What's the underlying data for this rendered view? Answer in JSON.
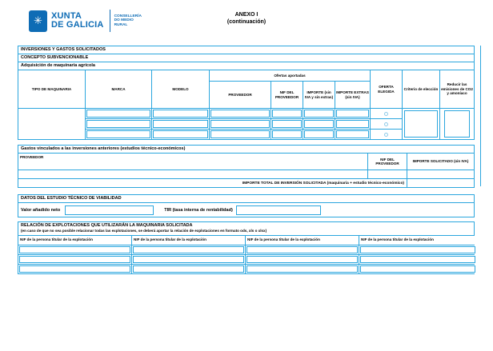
{
  "colors": {
    "border": "#2ba6de",
    "logo_blue": "#0e6cb5",
    "text": "#000000"
  },
  "header": {
    "brand_line1": "XUNTA",
    "brand_line2": "DE GALICIA",
    "dept_line1": "CONSELLERÍA",
    "dept_line2": "DO MEDIO",
    "dept_line3": "RURAL",
    "title_line1": "ANEXO I",
    "title_line2": "(continuación)"
  },
  "inversiones": {
    "section_title": "INVERSIONES Y GASTOS SOLICITADOS",
    "concept_label": "CONCEPTO SUBVENCIONABLE",
    "concept_value": "Adquisición de maquinaria agrícola",
    "columns": {
      "tipo": "TIPO DE MAQUINARIA",
      "marca": "MARCA",
      "modelo": "MODELO",
      "grupo_ofertas": "Ofertas aportadas",
      "proveedor": "PROVEEDOR",
      "nif_proveedor": "NIF DEL PROVEEDOR",
      "importe": "IMPORTE (sin IVA y sin extras)",
      "importe_extras": "IMPORTE EXTRAS (sin IVA)",
      "oferta_elegida": "OFERTA ELEGIDA",
      "criterio": "Criterio de elección",
      "reducir": "Reducir las emisiones de CO2 y amoníaco"
    },
    "data_rows": 3
  },
  "gastos": {
    "section_title": "Gastos vinculados a las inversiones anteriores (estudios técnico-económicos)",
    "col_proveedor": "PROVEEDOR",
    "col_nif": "NIF DEL PROVEEDOR",
    "col_importe": "IMPORTE SOLICITADO (sin IVA)",
    "total_label": "IMPORTE TOTAL DE INVERSIÓN SOLICITADA (maquinaria + estudio técnico-económico)"
  },
  "estudio": {
    "section_title": "DATOS DEL ESTUDIO TÉCNICO DE VIABILIDAD",
    "van_label": "Valor añadido neto",
    "tir_label": "TIR (tasa interna de rentabilidad)"
  },
  "explotaciones": {
    "section_title": "RELACIÓN DE EXPLOTACIONES QUE UTILIZARÁN LA MAQUINARIA SOLICITADA",
    "note": "(en caso de que no sea posible relacionar todas las explotaciones, se deberá aportar la relación de explotaciones en formato ods, xls o xlsx)",
    "col_nif_titular": "NIF de la persona titular de la explotación",
    "data_rows": 3
  }
}
